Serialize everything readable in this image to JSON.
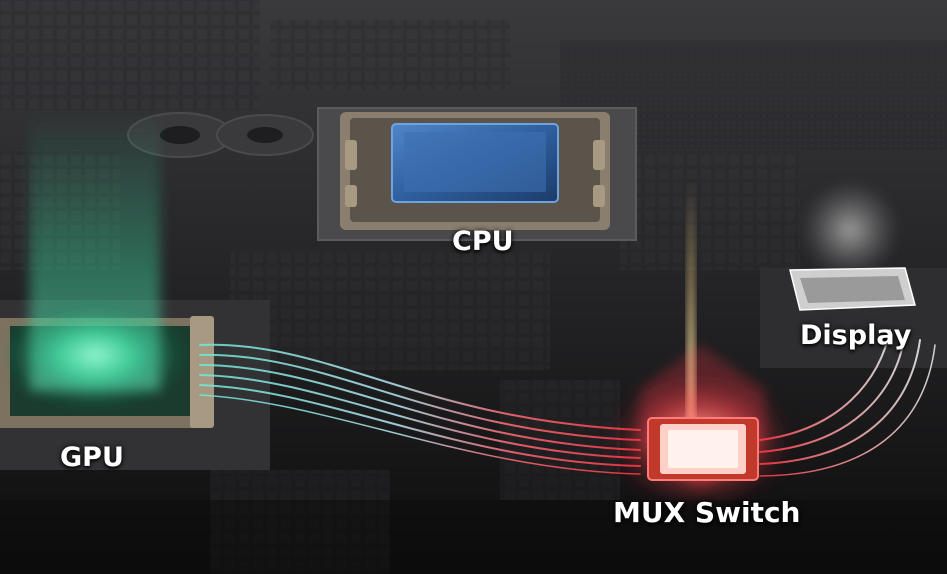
{
  "labels": {
    "cpu": "CPU",
    "gpu": "GPU",
    "display": "Display",
    "mux": "MUX Switch"
  },
  "colors": {
    "background": "#0b0b0c",
    "board": "#2a2a2c",
    "cpu_die": "#2f5f9e",
    "gpu_glow": "#3fe0a6",
    "mux_glow": "#ff3b4a",
    "display_glow": "#e8e8e8",
    "label": "#ffffff"
  }
}
